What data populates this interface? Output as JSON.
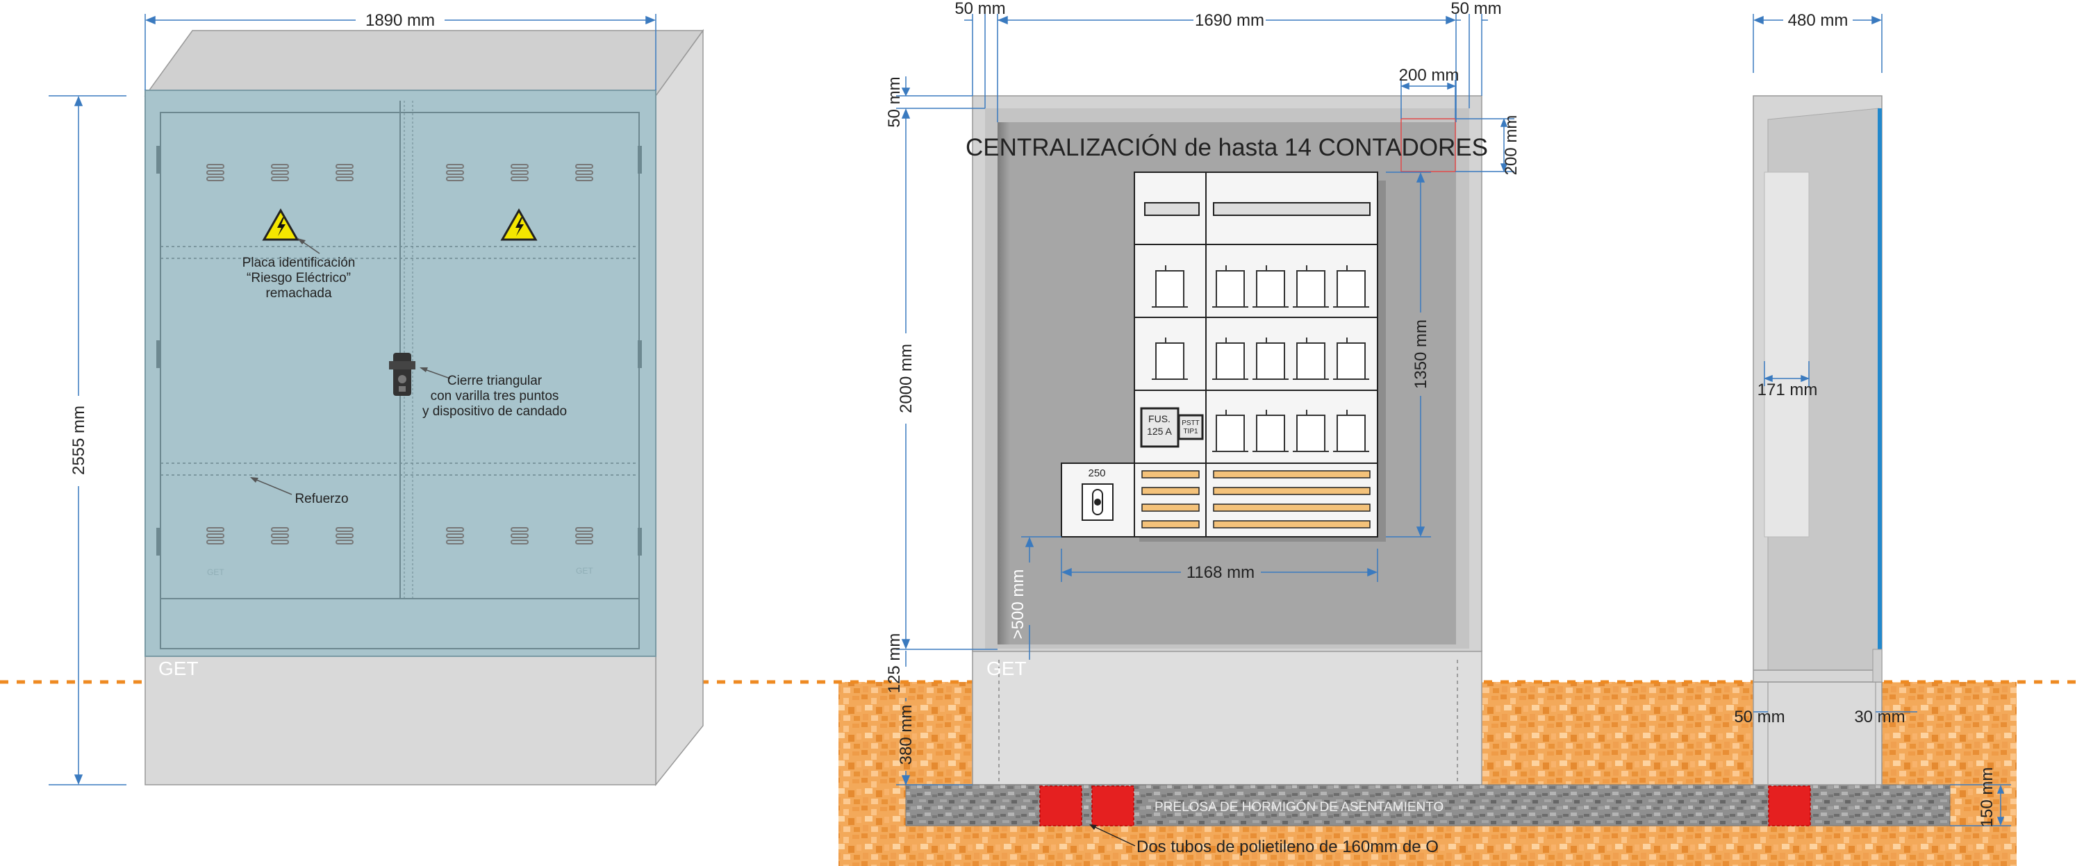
{
  "front_view": {
    "width_dim": "1890 mm",
    "height_dim": "2555 mm",
    "label_plate": [
      "Placa identificación",
      "“Riesgo Eléctrico”",
      "remachada"
    ],
    "label_lock": [
      "Cierre triangular",
      "con varilla tres puntos",
      "y dispositivo de candado"
    ],
    "label_reinforcement": "Refuerzo",
    "brand": "GET",
    "small_mark": "GET"
  },
  "interior_view": {
    "title": "CENTRALIZACIÓN de hasta 14 CONTADORES",
    "dim_left_margin": "50 mm",
    "dim_width": "1690 mm",
    "dim_right_margin": "50 mm",
    "dim_corner_width": "200 mm",
    "dim_corner_height": "200 mm",
    "dim_top": "50 mm",
    "dim_height": "2000 mm",
    "dim_panel_height": "1350 mm",
    "dim_panel_width": "1168 mm",
    "dim_min_height": ">500 mm",
    "dim_plinth": "125 mm",
    "dim_buried": "380 mm",
    "fuse_label": [
      "FUS.",
      "125 A"
    ],
    "pstt_label": [
      "PSTT",
      "TIP1"
    ],
    "switch_label": "250",
    "slab_label": "PRELOSA DE HORMIGÓN DE ASENTAMIENTO",
    "tubes_label": "Dos tubos de polietileno de 160mm de O",
    "brand": "GET"
  },
  "side_view": {
    "dim_depth": "480 mm",
    "dim_inner": "171 mm",
    "dim_left": "50 mm",
    "dim_right": "30 mm",
    "dim_slab": "150 mm"
  },
  "colors": {
    "door": "#a8c4cc",
    "cabinet_gray": "#d4d4d4",
    "interior": "#a8a8a8",
    "dimension": "#3a7abf",
    "ground_line": "#ee8a22",
    "soil": "#f2a24c",
    "slab": "#8e8e8e",
    "tube": "#e52020",
    "busbar": "#f4c27a",
    "warning": "#f4e600"
  }
}
